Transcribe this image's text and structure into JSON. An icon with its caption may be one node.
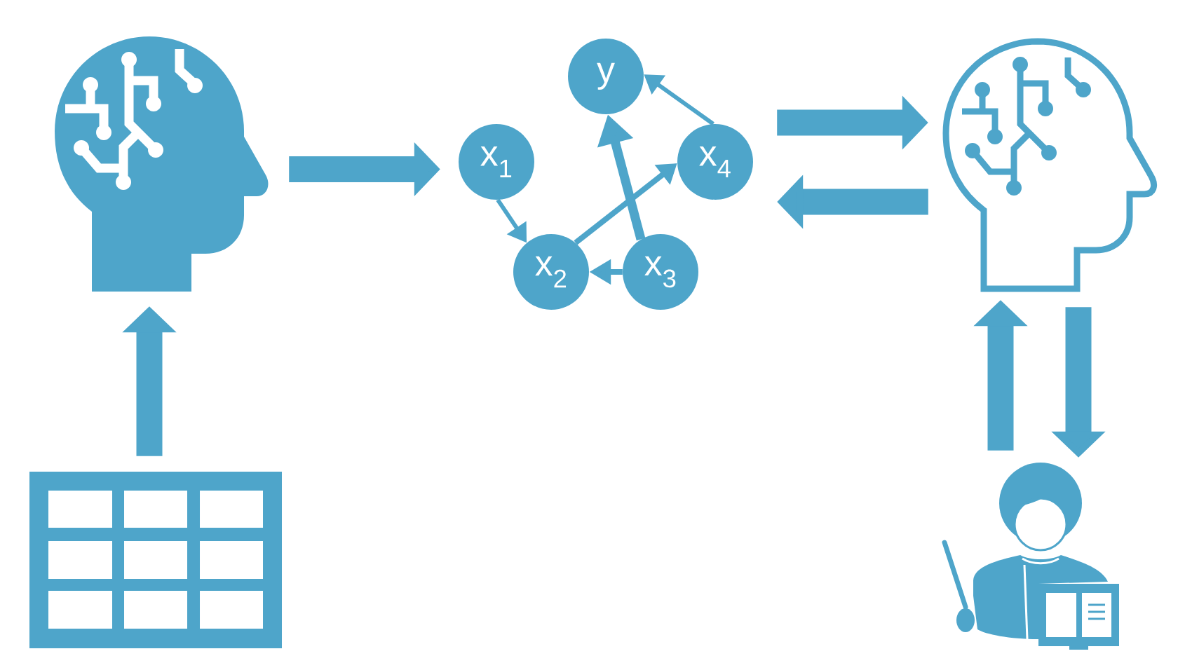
{
  "diagram": {
    "nodes": [
      {
        "text": [],
        "shape": "picture"
      },
      {
        "text": [
          "y"
        ]
      },
      {
        "text": [
          "x$_{1}$"
        ]
      },
      {
        "text": [
          "x$_{4}$"
        ]
      },
      {
        "text": [
          "x$_{2}$"
        ]
      },
      {
        "text": [
          "x$_{3}$"
        ]
      },
      {
        "text": [],
        "shape": "picture"
      },
      {
        "text": [],
        "shape": "picture"
      },
      {
        "text": [],
        "shape": "person"
      }
    ],
    "edges": [
      {
        "from": 7,
        "to": 0,
        "arrow": "to"
      },
      {
        "from": 0,
        "to": 2,
        "arrow": "to"
      },
      {
        "from": 2,
        "to": 4,
        "arrow": "to"
      },
      {
        "from": 5,
        "to": 4,
        "arrow": "to"
      },
      {
        "from": 4,
        "to": 3,
        "arrow": "to"
      },
      {
        "from": 5,
        "to": 1,
        "arrow": "to"
      },
      {
        "from": 3,
        "to": 1,
        "arrow": "to"
      },
      {
        "from": 3,
        "to": 6,
        "arrow": "to"
      },
      {
        "from": 6,
        "to": 3,
        "arrow": "to"
      },
      {
        "from": 6,
        "to": 8,
        "arrow": "to"
      },
      {
        "from": 8,
        "to": 6,
        "arrow": "to"
      }
    ]
  }
}
